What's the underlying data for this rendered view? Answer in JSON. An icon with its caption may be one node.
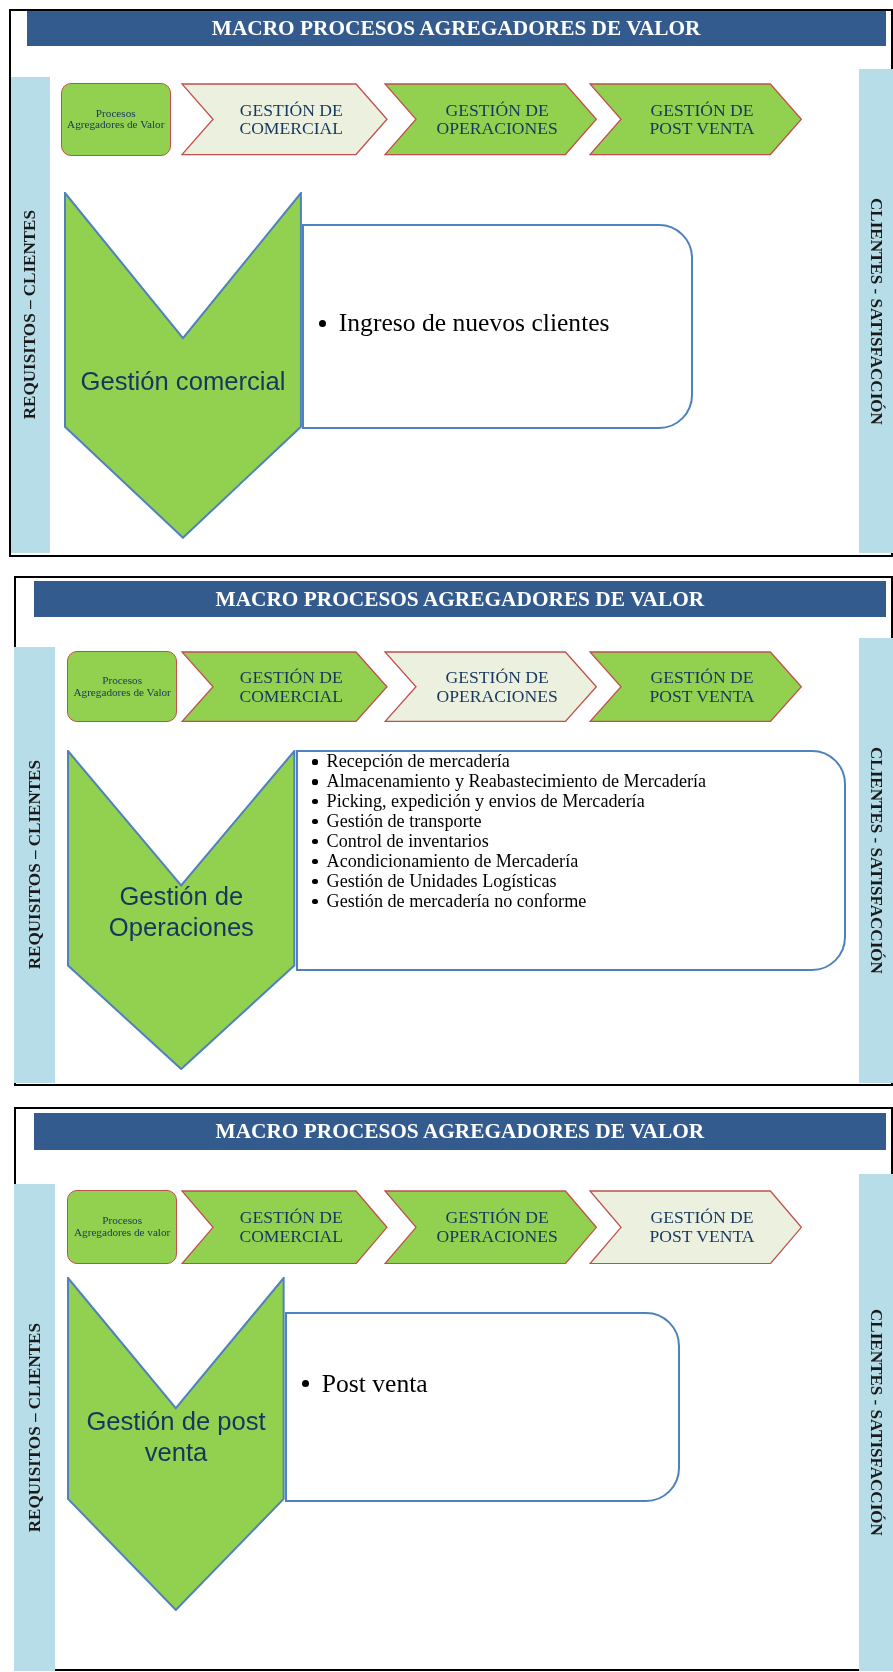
{
  "diagram": {
    "nodes": [
      {
        "text": [
          "MACRO PROCESOS AGREGADORES DE VALOR"
        ]
      },
      {
        "text": [
          "REQUISITOS – CLIENTES"
        ]
      },
      {
        "text": [
          "Procesos Agregadores de Valor"
        ]
      },
      {
        "text": [
          "GESTIÓN DE COMERCIAL"
        ]
      },
      {
        "text": [
          "GESTIÓN DE OPERACIONES"
        ]
      },
      {
        "text": [
          "GESTIÓN DE POST VENTA"
        ]
      },
      {
        "text": [
          "CLIENTES - SATISFACCIÓN"
        ]
      },
      {
        "text": [
          "Gestión comercial"
        ]
      },
      {
        "text": [
          "Ingreso de nuevos clientes"
        ]
      },
      {
        "text": [
          "MACRO PROCESOS AGREGADORES DE VALOR"
        ]
      },
      {
        "text": [
          "REQUISITOS – CLIENTES"
        ]
      },
      {
        "text": [
          "Procesos Agregadores de Valor"
        ]
      },
      {
        "text": [
          "GESTIÓN DE COMERCIAL"
        ]
      },
      {
        "text": [
          "GESTIÓN DE OPERACIONES"
        ]
      },
      {
        "text": [
          "GESTIÓN DE POST VENTA"
        ]
      },
      {
        "text": [
          "CLIENTES - SATISFACCIÓN"
        ]
      },
      {
        "text": [
          "Gestión de Operaciones"
        ]
      },
      {
        "text": [
          "Recepción de mercadería",
          "Almacenamiento y Reabastecimiento de Mercadería",
          "Picking, expedición y envios de Mercadería",
          "Gestión de transporte",
          "Control de inventarios",
          "Acondicionamiento de Mercadería",
          "Gestión de Unidades Logísticas",
          "Gestión de mercadería no conforme"
        ]
      },
      {
        "text": [
          "MACRO PROCESOS AGREGADORES DE VALOR"
        ]
      },
      {
        "text": [
          "REQUISITOS – CLIENTES"
        ]
      },
      {
        "text": [
          "Procesos Agregadores de valor"
        ]
      },
      {
        "text": [
          "GESTIÓN DE COMERCIAL"
        ]
      },
      {
        "text": [
          "GESTIÓN DE OPERACIONES"
        ]
      },
      {
        "text": [
          "GESTIÓN DE POST VENTA"
        ]
      },
      {
        "text": [
          "CLIENTES - SATISFACCIÓN"
        ]
      },
      {
        "text": [
          "Gestión de post venta"
        ]
      },
      {
        "text": [
          "Post venta"
        ]
      }
    ]
  }
}
